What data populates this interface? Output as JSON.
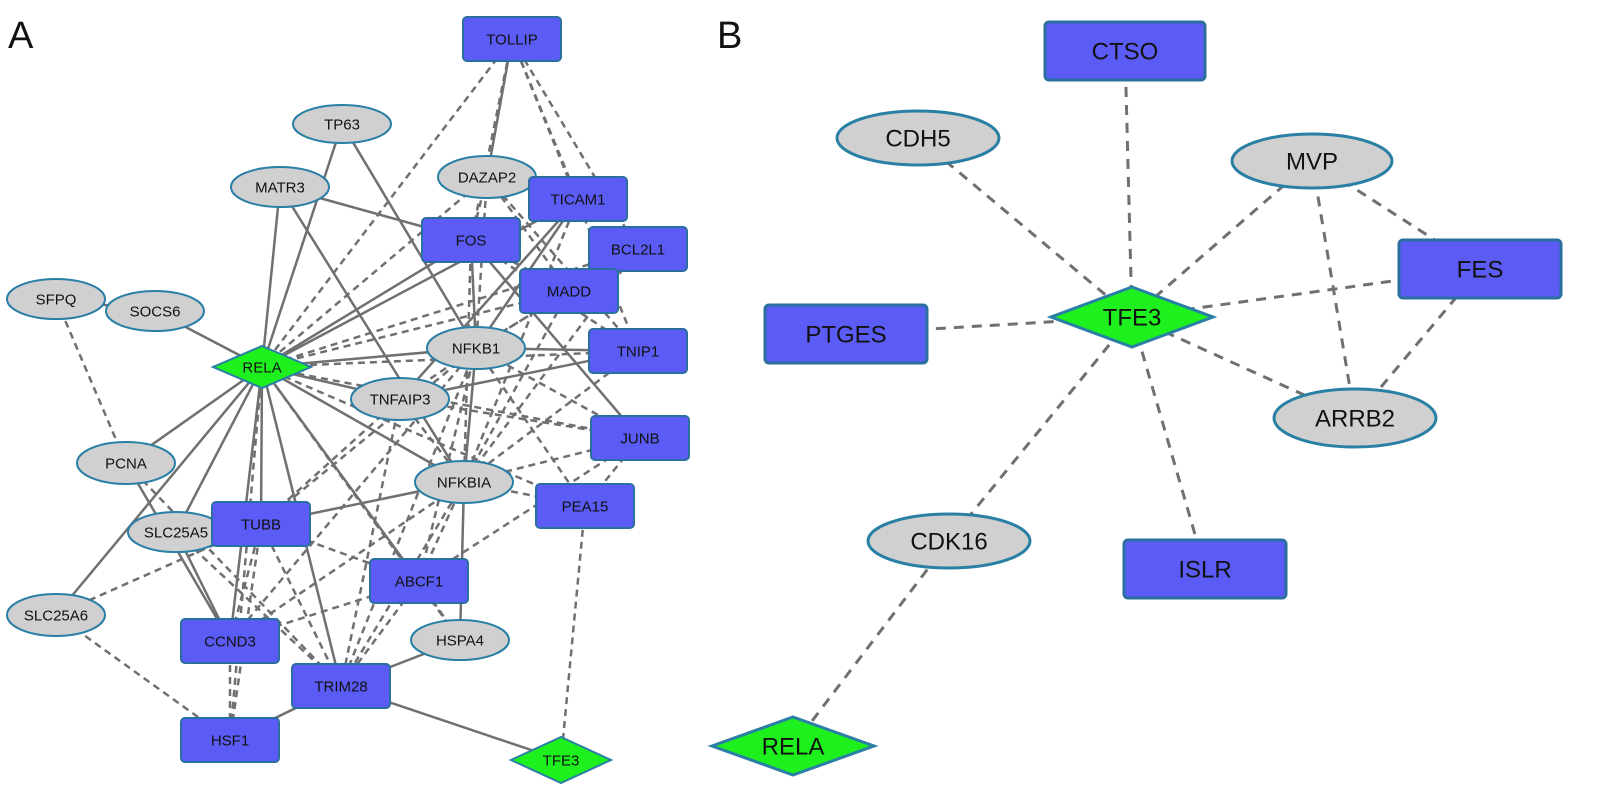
{
  "colors": {
    "rect_fill": "#5b5bf5",
    "rect_stroke": "#2a6f9e",
    "ellipse_fill": "#d0d0d0",
    "ellipse_stroke": "#2a7fa5",
    "diamond_fill": "#1ef01e",
    "diamond_stroke": "#2a7fa5",
    "edge": "#707070"
  },
  "panels": [
    {
      "id": "A",
      "label": "A",
      "nodes": [
        {
          "id": "TOLLIP",
          "label": "TOLLIP",
          "shape": "rect"
        },
        {
          "id": "TP63",
          "label": "TP63",
          "shape": "ellipse"
        },
        {
          "id": "MATR3",
          "label": "MATR3",
          "shape": "ellipse"
        },
        {
          "id": "DAZAP2",
          "label": "DAZAP2",
          "shape": "ellipse"
        },
        {
          "id": "TICAM1",
          "label": "TICAM1",
          "shape": "rect"
        },
        {
          "id": "FOS",
          "label": "FOS",
          "shape": "rect"
        },
        {
          "id": "BCL2L1",
          "label": "BCL2L1",
          "shape": "rect"
        },
        {
          "id": "MADD",
          "label": "MADD",
          "shape": "rect"
        },
        {
          "id": "SFPQ",
          "label": "SFPQ",
          "shape": "ellipse"
        },
        {
          "id": "SOCS6",
          "label": "SOCS6",
          "shape": "ellipse"
        },
        {
          "id": "RELA",
          "label": "RELA",
          "shape": "diamond"
        },
        {
          "id": "NFKB1",
          "label": "NFKB1",
          "shape": "ellipse"
        },
        {
          "id": "TNIP1",
          "label": "TNIP1",
          "shape": "rect"
        },
        {
          "id": "TNFAIP3",
          "label": "TNFAIP3",
          "shape": "ellipse"
        },
        {
          "id": "JUNB",
          "label": "JUNB",
          "shape": "rect"
        },
        {
          "id": "PCNA",
          "label": "PCNA",
          "shape": "ellipse"
        },
        {
          "id": "NFKBIA",
          "label": "NFKBIA",
          "shape": "ellipse"
        },
        {
          "id": "PEA15",
          "label": "PEA15",
          "shape": "rect"
        },
        {
          "id": "SLC25A5",
          "label": "SLC25A5",
          "shape": "ellipse"
        },
        {
          "id": "TUBB",
          "label": "TUBB",
          "shape": "rect"
        },
        {
          "id": "ABCF1",
          "label": "ABCF1",
          "shape": "rect"
        },
        {
          "id": "SLC25A6",
          "label": "SLC25A6",
          "shape": "ellipse"
        },
        {
          "id": "CCND3",
          "label": "CCND3",
          "shape": "rect"
        },
        {
          "id": "HSPA4",
          "label": "HSPA4",
          "shape": "ellipse"
        },
        {
          "id": "TRIM28",
          "label": "TRIM28",
          "shape": "rect"
        },
        {
          "id": "HSF1",
          "label": "HSF1",
          "shape": "rect"
        },
        {
          "id": "TFE3",
          "label": "TFE3",
          "shape": "diamond"
        }
      ],
      "edges": [
        [
          "TOLLIP",
          "DAZAP2",
          "solid"
        ],
        [
          "TOLLIP",
          "RELA",
          "dashed"
        ],
        [
          "TOLLIP",
          "TICAM1",
          "dashed"
        ],
        [
          "TOLLIP",
          "TNIP1",
          "dashed"
        ],
        [
          "TOLLIP",
          "FOS",
          "dashed"
        ],
        [
          "TOLLIP",
          "BCL2L1",
          "dashed"
        ],
        [
          "TP63",
          "RELA",
          "solid"
        ],
        [
          "TP63",
          "NFKB1",
          "solid"
        ],
        [
          "MATR3",
          "RELA",
          "solid"
        ],
        [
          "MATR3",
          "FOS",
          "solid"
        ],
        [
          "MATR3",
          "NFKBIA",
          "solid"
        ],
        [
          "DAZAP2",
          "FOS",
          "dashed"
        ],
        [
          "DAZAP2",
          "MADD",
          "dashed"
        ],
        [
          "DAZAP2",
          "TNIP1",
          "dashed"
        ],
        [
          "DAZAP2",
          "NFKB1",
          "dashed"
        ],
        [
          "DAZAP2",
          "RELA",
          "dashed"
        ],
        [
          "SFPQ",
          "SOCS6",
          "solid"
        ],
        [
          "SFPQ",
          "PCNA",
          "dashed"
        ],
        [
          "SOCS6",
          "RELA",
          "solid"
        ],
        [
          "RELA",
          "FOS",
          "solid"
        ],
        [
          "RELA",
          "NFKB1",
          "solid"
        ],
        [
          "RELA",
          "TNFAIP3",
          "solid"
        ],
        [
          "RELA",
          "NFKBIA",
          "solid"
        ],
        [
          "RELA",
          "TICAM1",
          "solid"
        ],
        [
          "RELA",
          "MADD",
          "dashed"
        ],
        [
          "RELA",
          "BCL2L1",
          "dashed"
        ],
        [
          "RELA",
          "TNIP1",
          "dashed"
        ],
        [
          "RELA",
          "JUNB",
          "dashed"
        ],
        [
          "RELA",
          "PCNA",
          "solid"
        ],
        [
          "RELA",
          "SLC25A5",
          "solid"
        ],
        [
          "RELA",
          "SLC25A6",
          "solid"
        ],
        [
          "RELA",
          "TUBB",
          "solid"
        ],
        [
          "RELA",
          "ABCF1",
          "solid"
        ],
        [
          "RELA",
          "CCND3",
          "solid"
        ],
        [
          "RELA",
          "TRIM28",
          "solid"
        ],
        [
          "RELA",
          "HSF1",
          "dashed"
        ],
        [
          "RELA",
          "PEA15",
          "dashed"
        ],
        [
          "RELA",
          "HSPA4",
          "dashed"
        ],
        [
          "FOS",
          "JUNB",
          "solid"
        ],
        [
          "FOS",
          "NFKB1",
          "solid"
        ],
        [
          "FOS",
          "TNIP1",
          "dashed"
        ],
        [
          "FOS",
          "MADD",
          "dashed"
        ],
        [
          "FOS",
          "NFKBIA",
          "dashed"
        ],
        [
          "TICAM1",
          "NFKB1",
          "solid"
        ],
        [
          "TICAM1",
          "TNFAIP3",
          "solid"
        ],
        [
          "TICAM1",
          "NFKBIA",
          "dashed"
        ],
        [
          "BCL2L1",
          "NFKB1",
          "dashed"
        ],
        [
          "BCL2L1",
          "NFKBIA",
          "dashed"
        ],
        [
          "MADD",
          "NFKB1",
          "dashed"
        ],
        [
          "MADD",
          "NFKBIA",
          "dashed"
        ],
        [
          "NFKB1",
          "NFKBIA",
          "solid"
        ],
        [
          "NFKB1",
          "TNIP1",
          "solid"
        ],
        [
          "NFKB1",
          "TNFAIP3",
          "dashed"
        ],
        [
          "NFKB1",
          "JUNB",
          "dashed"
        ],
        [
          "NFKB1",
          "PEA15",
          "dashed"
        ],
        [
          "NFKB1",
          "ABCF1",
          "dashed"
        ],
        [
          "NFKB1",
          "TUBB",
          "dashed"
        ],
        [
          "NFKB1",
          "TRIM28",
          "dashed"
        ],
        [
          "NFKB1",
          "CCND3",
          "dashed"
        ],
        [
          "TNIP1",
          "TNFAIP3",
          "solid"
        ],
        [
          "TNIP1",
          "NFKBIA",
          "dashed"
        ],
        [
          "TNFAIP3",
          "NFKBIA",
          "dashed"
        ],
        [
          "TNFAIP3",
          "TRIM28",
          "dashed"
        ],
        [
          "TNFAIP3",
          "JUNB",
          "dashed"
        ],
        [
          "TNFAIP3",
          "TUBB",
          "dashed"
        ],
        [
          "JUNB",
          "NFKBIA",
          "dashed"
        ],
        [
          "JUNB",
          "PEA15",
          "dashed"
        ],
        [
          "JUNB",
          "ABCF1",
          "dashed"
        ],
        [
          "NFKBIA",
          "TUBB",
          "solid"
        ],
        [
          "NFKBIA",
          "HSPA4",
          "solid"
        ],
        [
          "NFKBIA",
          "ABCF1",
          "dashed"
        ],
        [
          "NFKBIA",
          "PEA15",
          "dashed"
        ],
        [
          "NFKBIA",
          "TRIM28",
          "dashed"
        ],
        [
          "NFKBIA",
          "CCND3",
          "dashed"
        ],
        [
          "PCNA",
          "CCND3",
          "solid"
        ],
        [
          "PCNA",
          "TRIM28",
          "dashed"
        ],
        [
          "SLC25A5",
          "TRIM28",
          "dashed"
        ],
        [
          "SLC25A5",
          "CCND3",
          "solid"
        ],
        [
          "SLC25A6",
          "HSF1",
          "dashed"
        ],
        [
          "SLC25A6",
          "TUBB",
          "dashed"
        ],
        [
          "TUBB",
          "ABCF1",
          "dashed"
        ],
        [
          "TUBB",
          "TRIM28",
          "dashed"
        ],
        [
          "TUBB",
          "HSF1",
          "dashed"
        ],
        [
          "TUBB",
          "CCND3",
          "dashed"
        ],
        [
          "ABCF1",
          "TRIM28",
          "dashed"
        ],
        [
          "ABCF1",
          "HSPA4",
          "dashed"
        ],
        [
          "ABCF1",
          "CCND3",
          "dashed"
        ],
        [
          "HSPA4",
          "TRIM28",
          "solid"
        ],
        [
          "CCND3",
          "HSF1",
          "dashed"
        ],
        [
          "TRIM28",
          "HSF1",
          "solid"
        ],
        [
          "TRIM28",
          "TFE3",
          "solid"
        ],
        [
          "PEA15",
          "TFE3",
          "dashed"
        ]
      ]
    },
    {
      "id": "B",
      "label": "B",
      "nodes": [
        {
          "id": "CTSO",
          "label": "CTSO",
          "shape": "rect"
        },
        {
          "id": "CDH5",
          "label": "CDH5",
          "shape": "ellipse"
        },
        {
          "id": "MVP",
          "label": "MVP",
          "shape": "ellipse"
        },
        {
          "id": "FES",
          "label": "FES",
          "shape": "rect"
        },
        {
          "id": "PTGES",
          "label": "PTGES",
          "shape": "rect"
        },
        {
          "id": "TFE3",
          "label": "TFE3",
          "shape": "diamond"
        },
        {
          "id": "ARRB2",
          "label": "ARRB2",
          "shape": "ellipse"
        },
        {
          "id": "CDK16",
          "label": "CDK16",
          "shape": "ellipse"
        },
        {
          "id": "ISLR",
          "label": "ISLR",
          "shape": "rect"
        },
        {
          "id": "RELA",
          "label": "RELA",
          "shape": "diamond"
        }
      ],
      "edges": [
        [
          "CTSO",
          "TFE3",
          "dashed"
        ],
        [
          "CDH5",
          "TFE3",
          "dashed"
        ],
        [
          "MVP",
          "TFE3",
          "dashed"
        ],
        [
          "MVP",
          "FES",
          "dashed"
        ],
        [
          "MVP",
          "ARRB2",
          "dashed"
        ],
        [
          "FES",
          "TFE3",
          "dashed"
        ],
        [
          "FES",
          "ARRB2",
          "dashed"
        ],
        [
          "PTGES",
          "TFE3",
          "dashed"
        ],
        [
          "TFE3",
          "ARRB2",
          "dashed"
        ],
        [
          "TFE3",
          "ISLR",
          "dashed"
        ],
        [
          "TFE3",
          "CDK16",
          "dashed"
        ],
        [
          "CDK16",
          "RELA",
          "dashed"
        ]
      ]
    }
  ]
}
